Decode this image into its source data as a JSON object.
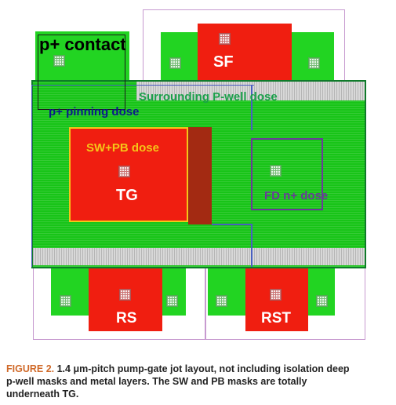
{
  "labels": {
    "p_contact": "p+ contact",
    "sf": "SF",
    "surrounding_pwell": "Surrounding P-well dose",
    "p_pinning": "p+ pinning dose",
    "sw_pb": "SW+PB dose",
    "tg": "TG",
    "fd": "FD n+ dose",
    "rs": "RS",
    "rst": "RST"
  },
  "caption": {
    "figure_label": "FIGURE 2.",
    "line1": " 1.4 μm-pitch pump-gate jot layout, not including isolation deep",
    "line2": "p-well masks and metal layers. The SW and PB masks are totally",
    "line3": "underneath TG."
  },
  "colors": {
    "active_green": "#22d422",
    "gate_red": "#f01e10",
    "pwell_green": "#18c418",
    "sw_pb_outline": "#f5c518",
    "fd_outline": "#6a3a9a",
    "pinning_outline": "#4a5fc1",
    "isolation_outline": "#c79ad0",
    "caption_accent": "#d06a2a"
  }
}
